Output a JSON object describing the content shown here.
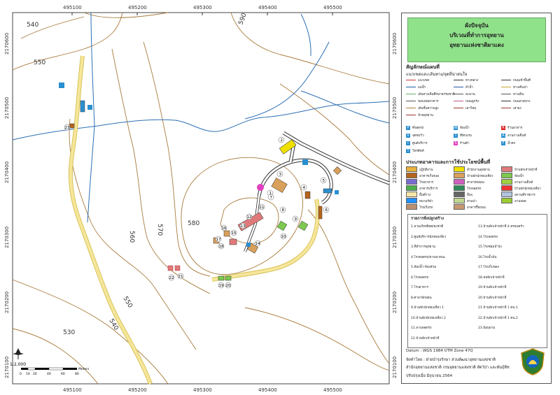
{
  "title": {
    "line1": "ผังปัจจุบัน",
    "line2": "บริเวณที่ทำการอุทยาน",
    "line3": "อุทยานแห่งชาติผาแดง"
  },
  "axis": {
    "x_ticks": [
      "495100",
      "495200",
      "495300",
      "495400",
      "495500"
    ],
    "y_ticks": [
      "2170500",
      "2170400",
      "2170300",
      "2170200",
      "2170100",
      "2170600"
    ]
  },
  "contours": [
    "540",
    "550",
    "590",
    "560",
    "570",
    "580",
    "550",
    "540",
    "530"
  ],
  "buildings": [
    "1",
    "2",
    "3",
    "4",
    "5",
    "6",
    "7",
    "8",
    "9",
    "10",
    "11",
    "12",
    "13",
    "14",
    "15",
    "16",
    "17",
    "18",
    "19",
    "20",
    "21",
    "22",
    "23"
  ],
  "legend": {
    "symbols_title": "สัญลักษณ์แผนที่",
    "line_subtitle": "แนวเขตและเส้นทาง/จุดที่น่าสนใจ",
    "line_items": [
      {
        "label": "แนวเขต",
        "color": "#c33"
      },
      {
        "label": "ทางหลวง",
        "color": "#333"
      },
      {
        "label": "ถนนเข้าพื้นที่",
        "color": "#333"
      },
      {
        "label": "แม่น้ำ",
        "color": "#1e5aa8"
      },
      {
        "label": "ลำน้ำ",
        "color": "#1e5aa8"
      },
      {
        "label": "ทางเดินป่า",
        "color": "#c9a233"
      },
      {
        "label": "เส้นทางเดินศึกษาธรรมชาติ",
        "color": "#6a6"
      },
      {
        "label": "สะพาน",
        "color": "#555"
      },
      {
        "label": "ทางเดิน",
        "color": "#555"
      },
      {
        "label": "ขอบเขตอาคาร",
        "color": "#555"
      },
      {
        "label": "ถนนลูกรัง",
        "color": "#b58"
      },
      {
        "label": "ถนนลาดยาง",
        "color": "#333"
      },
      {
        "label": "เส้นชั้นความสูง",
        "color": "#a87b3c"
      },
      {
        "label": "เสาวิทยุ",
        "color": "#933"
      },
      {
        "label": "เสาธง",
        "color": "#933"
      },
      {
        "label": "ป้ายอุทยาน",
        "color": "#933"
      }
    ],
    "icon_items": [
      {
        "label": "ที่จอดรถ",
        "color": "#2a8fd0",
        "glyph": "P"
      },
      {
        "label": "ห้องน้ำ",
        "color": "#2a8fd0",
        "glyph": "W"
      },
      {
        "label": "ร้านอาหาร",
        "color": "#d22",
        "glyph": "R"
      },
      {
        "label": "จุดชมวิว",
        "color": "#2a8fd0",
        "glyph": "V"
      },
      {
        "label": "ที่พักแรม",
        "color": "#2a8fd0",
        "glyph": "T"
      },
      {
        "label": "ลานกางเต็นท์",
        "color": "#2a8fd0",
        "glyph": "A"
      },
      {
        "label": "ศูนย์บริการ",
        "color": "#2a8fd0",
        "glyph": "i"
      },
      {
        "label": "ร้านค้า",
        "color": "#e040c0",
        "glyph": "S"
      },
      {
        "label": "น้ำตก",
        "color": "#2a8fd0",
        "glyph": "F"
      },
      {
        "label": "โทรศัพท์",
        "color": "#2a8fd0",
        "glyph": "T"
      }
    ],
    "landuse_title": "ประเภทอาคารและการใช้ประโยชน์พื้นที่",
    "landuse_items": [
      {
        "label": "ปฏิบัติงาน",
        "color": "#e6b23c"
      },
      {
        "label": "สำนักงานอุทยาน",
        "color": "#f0e000"
      },
      {
        "label": "บ้านพักเจ้าหน้าที่",
        "color": "#e07a7a"
      },
      {
        "label": "อาคารเก็บของ",
        "color": "#b5651d"
      },
      {
        "label": "บ้านพักนักท่องเที่ยว",
        "color": "#d9a05b"
      },
      {
        "label": "ห้องน้ำ",
        "color": "#7ec850"
      },
      {
        "label": "โรงอาหาร",
        "color": "#7a6bd0"
      },
      {
        "label": "ศาลาพักผ่อน",
        "color": "#d060c0"
      },
      {
        "label": "ลานกางเต็นท์",
        "color": "#a0d040"
      },
      {
        "label": "อาคารบริการ",
        "color": "#4cae4c"
      },
      {
        "label": "โรงจอดรถ",
        "color": "#2e8b57"
      },
      {
        "label": "บ้านพักนักท่องเที่ยว",
        "color": "#ee3333"
      },
      {
        "label": "พื้นที่ว่าง",
        "color": "#f5e6a8"
      },
      {
        "label": "อื่นๆ",
        "color": "#666666"
      },
      {
        "label": "สถานที่ราชการ",
        "color": "#b0c4de"
      },
      {
        "label": "สนามกีฬา",
        "color": "#1e90ff"
      },
      {
        "label": "สวนป่า",
        "color": "#c0d890"
      },
      {
        "label": "ลานจอด",
        "color": "#9acd32"
      },
      {
        "label": "โรงเก็บรถ",
        "color": "#bc8f6f"
      },
      {
        "label": "อาคารรื้อถอน",
        "color": "#c89870"
      }
    ]
  },
  "building_list": {
    "header": "รายการสิ่งปลูกสร้าง",
    "left": [
      "1.ลานเกียรติยศ/ธงชาติ",
      "2.ศูนย์บริการนักท่องเที่ยว",
      "3.ที่ทำการอุทยาน",
      "4.โรงจอดรถ/ยานพาหนะ",
      "5.ห้องน้ำ-ห้องส้วม",
      "6.โรงจอดรถ",
      "7.โรงอาหาร",
      "8.ศาลาพักผ่อน",
      "9.บ้านพักนักท่องเที่ยว 1",
      "10.บ้านพักนักท่องเที่ยว 2",
      "11.ลานจอดรถ",
      "12.บ้านพักเจ้าหน้าที่"
    ],
    "right": [
      "13.บ้านพักเจ้าหน้าที่ 4 ครอบครัว",
      "14.โรงจอดรถ",
      "15.โรงซ่อมบำรุง",
      "16.โรงน้ำมัน",
      "17.โรงเก็บของ",
      "18.หอพักเจ้าหน้าที่",
      "19.บ้านพักเจ้าหน้าที่",
      "20.บ้านพักเจ้าหน้าที่",
      "21.บ้านพักเจ้าหน้าที่ 1 คน.1",
      "22.บ้านพักเจ้าหน้าที่ 1 คน.2",
      "23.ป้อมยาม"
    ]
  },
  "footer": {
    "datum": "Datum : WGS 1984 UTM Zone 47Q",
    "made_by": "จัดทำโดย : ฝ่ายบำรุงรักษา ส่วนพัฒนาอุทยานแห่งชาติ",
    "agency": "สำนักอุทยานแห่งชาติ กรมอุทยานแห่งชาติ สัตว์ป่า และพันธุ์พืช",
    "updated": "ปรับปรุงเมื่อ มิถุนายน 2564"
  },
  "scale": {
    "ratio": "1:2,000",
    "ticks": [
      "0",
      "10",
      "20",
      "40",
      "60",
      "80"
    ],
    "unit": "Meters"
  },
  "colors": {
    "road": "#f5e69a",
    "road_edge": "#d8c35a",
    "river": "#2c6fb5",
    "contour": "#a87b3c",
    "legend_title_bg": "#8fe18a"
  }
}
